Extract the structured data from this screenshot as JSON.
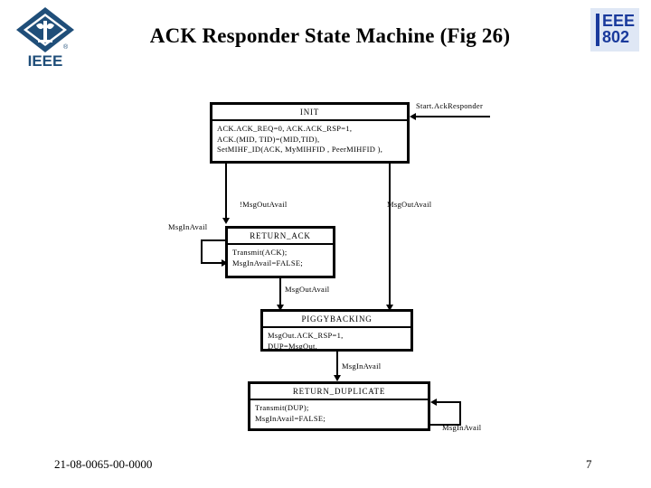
{
  "slide": {
    "title": "ACK Responder State Machine (Fig 26)",
    "logo_left_alt": "IEEE diamond logo",
    "logo_left_word": "IEEE",
    "logo_right_line1": "EEE",
    "logo_right_line2": "802",
    "logo_right_bg": "#dfe7f5",
    "logo_right_fg": "#1a3a9c"
  },
  "states": {
    "init": {
      "name": "INIT",
      "actions": [
        "ACK.ACK_REQ=0, ACK.ACK_RSP=1,",
        "ACK.(MID, TID)=(MID,TID),",
        "SetMIHF_ID(ACK, MyMIHFID , PeerMIHFID ),"
      ]
    },
    "return_ack": {
      "name": "RETURN_ACK",
      "actions": [
        "Transmit(ACK);",
        "MsgInAvail=FALSE;"
      ]
    },
    "piggybacking": {
      "name": "PIGGYBACKING",
      "actions": [
        "MsgOut.ACK_RSP=1,",
        "DUP=MsgOut,"
      ]
    },
    "return_duplicate": {
      "name": "RETURN_DUPLICATE",
      "actions": [
        "Transmit(DUP);",
        "MsgInAvail=FALSE;"
      ]
    }
  },
  "transitions": {
    "start": "Start.AckResponder",
    "init_to_return_ack": "!MsgOutAvail",
    "init_to_piggybacking": "MsgOutAvail",
    "return_ack_self": "MsgInAvail",
    "return_ack_to_piggybacking": "MsgOutAvail",
    "piggybacking_to_return_duplicate": "MsgInAvail",
    "return_duplicate_self": "MsgInAvail"
  },
  "footer": {
    "document_id": "21-08-0065-00-0000",
    "page_number": "7"
  }
}
